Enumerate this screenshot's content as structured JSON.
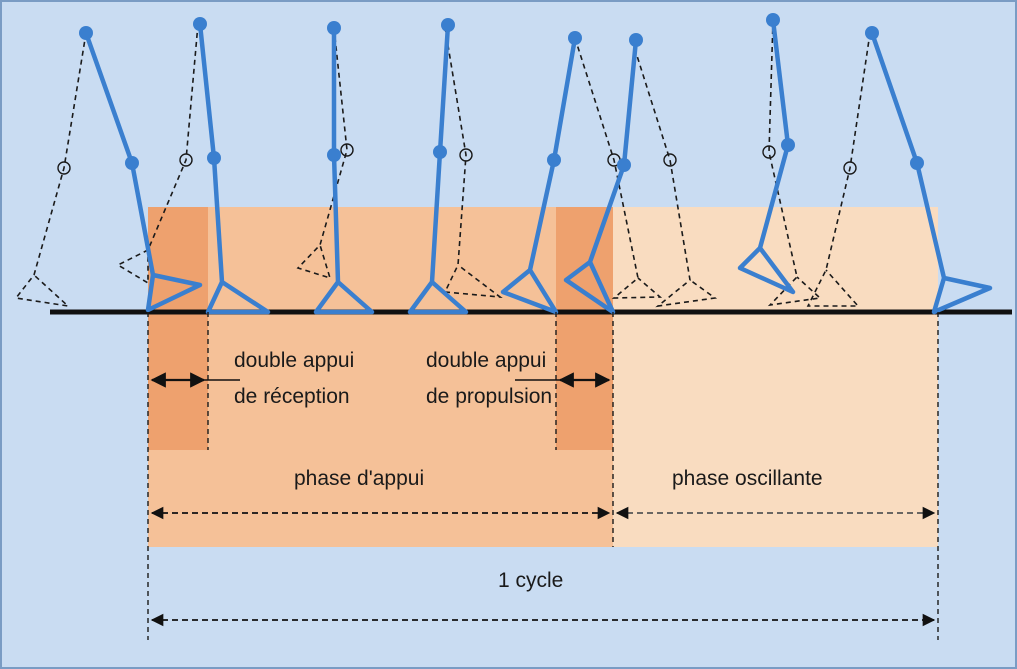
{
  "labels": {
    "double_appui_reception_1": "double appui",
    "double_appui_reception_2": "de réception",
    "double_appui_propulsion_1": "double appui",
    "double_appui_propulsion_2": "de propulsion",
    "phase_appui": "phase d'appui",
    "phase_oscillante": "phase oscillante",
    "cycle": "1 cycle"
  },
  "colors": {
    "background": "#c9dcf2",
    "stance_zone": "#f5c198",
    "swing_zone": "#f9dcc0",
    "double_support_zone": "#eea16e",
    "leg_solid": "#3a7fcf",
    "leg_dashed": "#1a1a1a",
    "ground": "#111111"
  },
  "icons": {
    "leg_figure": "walking-leg-icon",
    "arrow": "double-headed-arrow-icon"
  }
}
